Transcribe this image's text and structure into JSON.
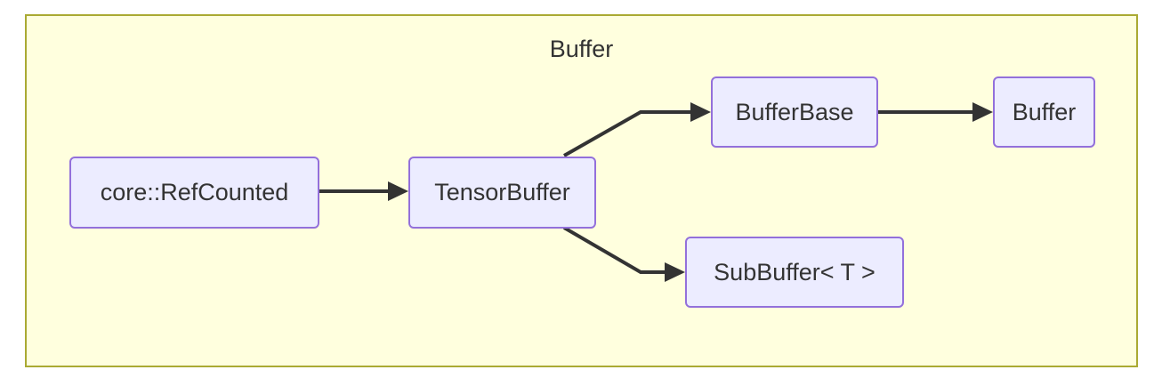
{
  "cluster": {
    "title": "Buffer"
  },
  "nodes": {
    "refcounted": "core::RefCounted",
    "tensorbuffer": "TensorBuffer",
    "bufferbase": "BufferBase",
    "buffer": "Buffer",
    "subbuffer": "SubBuffer< T >"
  },
  "colors": {
    "cluster_fill": "#ffffde",
    "cluster_border": "#aaaa33",
    "node_fill": "#ececff",
    "node_border": "#9370db",
    "edge": "#333333"
  }
}
